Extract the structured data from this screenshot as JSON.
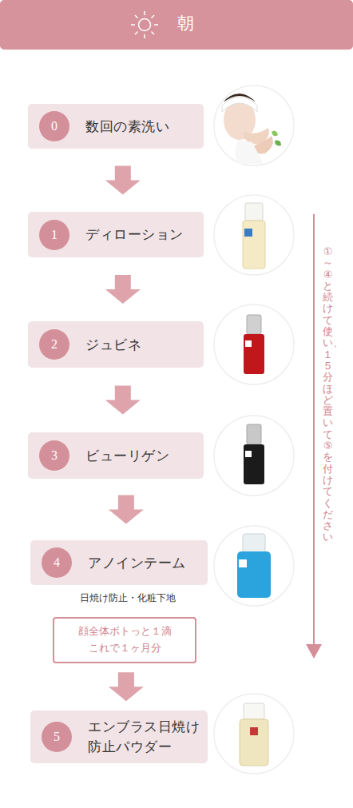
{
  "diagram": {
    "title": "朝",
    "nodes": [
      {
        "text": [
          "数回の素洗い"
        ]
      },
      {
        "text": [
          "0"
        ],
        "in": 0
      },
      {
        "text": [
          "ディローション"
        ]
      },
      {
        "text": [
          "1"
        ],
        "in": 2
      },
      {
        "text": [
          "ジュビネ"
        ]
      },
      {
        "text": [
          "2"
        ],
        "in": 4
      },
      {
        "text": [
          "ビューリゲン"
        ]
      },
      {
        "text": [
          "3"
        ],
        "in": 6
      },
      {
        "text": [
          "アノインテーム"
        ]
      },
      {
        "text": [
          "4"
        ],
        "in": 8
      },
      {
        "text": [
          "顔全体ボトっと１滴 これで１ヶ月分"
        ]
      },
      {
        "text": [
          "エンブラス日焼け 防止パウダー"
        ]
      },
      {
        "text": [
          "5"
        ],
        "in": 11
      }
    ],
    "edges": [
      {
        "from": 0,
        "to": 2,
        "arrow": "to"
      },
      {
        "from": 2,
        "to": 4,
        "arrow": "to"
      },
      {
        "from": 4,
        "to": 6,
        "arrow": "to"
      },
      {
        "from": 6,
        "to": 8,
        "arrow": "to"
      },
      {
        "from": 10,
        "to": 11,
        "arrow": "to"
      }
    ],
    "labels": [
      "日焼け防止・化粧下地",
      "①～④と続けて使い、１５分ほど置いて⑤を付けてください"
    ]
  }
}
